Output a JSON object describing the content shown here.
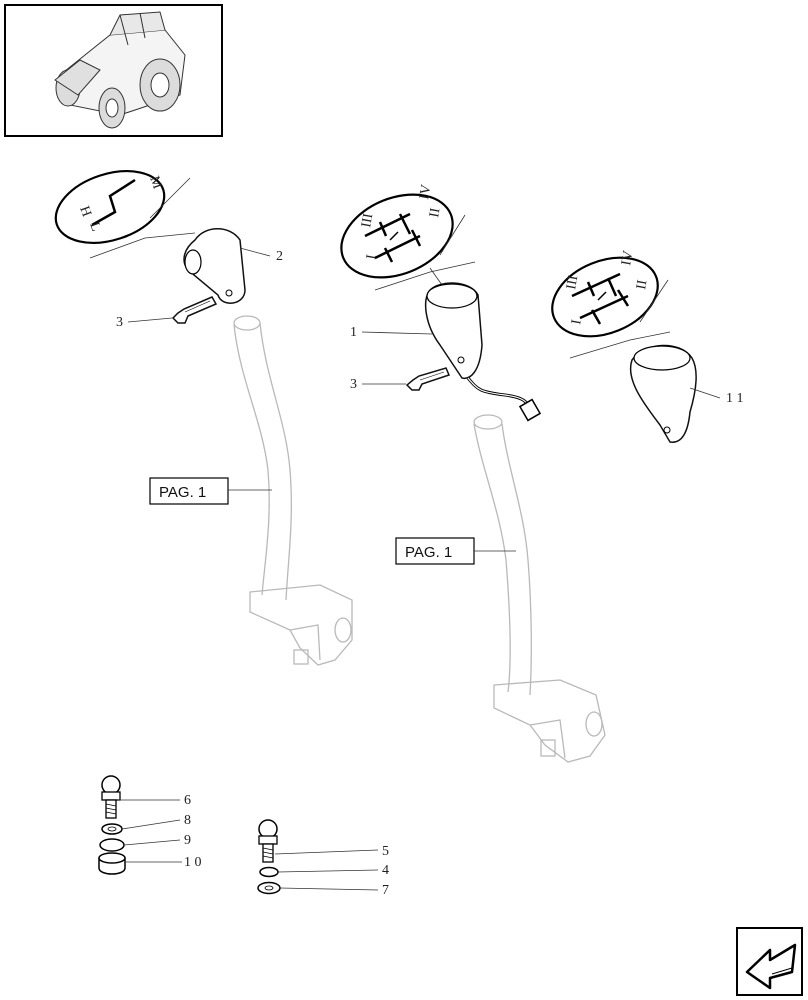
{
  "thumbnail": {
    "icon": "tractor-icon"
  },
  "pag_labels": [
    "PAG. 1",
    "PAG. 1"
  ],
  "callouts": {
    "knob_left": "2",
    "bolt_left": "3",
    "knob_mid": "1",
    "bolt_mid": "3",
    "knob_right": "1 1",
    "ball_stud_left": "6",
    "washer_left_a": "8",
    "washer_left_b": "9",
    "cap_left": "1 0",
    "ball_stud_right": "5",
    "washer_right_a": "4",
    "washer_right_b": "7"
  },
  "shift_patterns": {
    "left": {
      "letters": [
        "M",
        "H",
        "L"
      ]
    },
    "mid": {
      "letters": [
        "III",
        "II",
        "I",
        "IV"
      ]
    },
    "right": {
      "letters": [
        "III",
        "IV",
        "I",
        "II"
      ]
    }
  },
  "nav": {
    "icon": "arrow-back-icon"
  }
}
